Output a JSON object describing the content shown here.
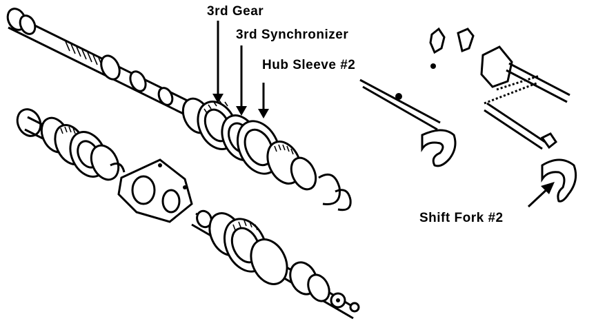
{
  "diagram": {
    "labels": {
      "third_gear": "3rd Gear",
      "third_synchronizer": "3rd Synchronizer",
      "hub_sleeve": "Hub Sleeve #2",
      "shift_fork": "Shift Fork #2"
    },
    "colors": {
      "ink": "#000000",
      "paper": "#ffffff"
    }
  }
}
